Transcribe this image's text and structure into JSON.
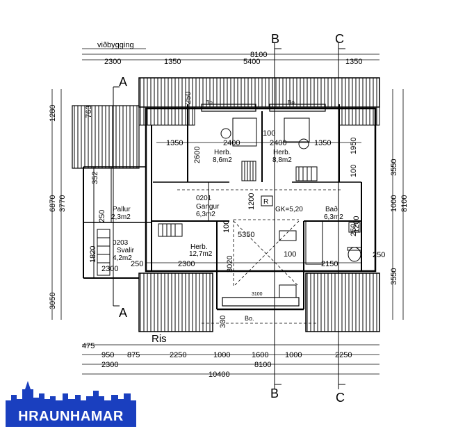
{
  "dimensions": {
    "top_label": "viðbygging",
    "top_total": "8100",
    "top_left": "2300",
    "top_1350a": "1350",
    "top_5400": "5400",
    "top_1350b": "1350",
    "left_1280": "1280",
    "left_763": "763",
    "left_6870": "6870",
    "left_3770": "3770",
    "left_3050": "3050",
    "right_3550a": "3550",
    "right_1000": "1000",
    "right_8100": "8100",
    "right_3550b": "3550",
    "bot_475": "475",
    "bot_950": "950",
    "bot_875": "875",
    "bot_2250a": "2250",
    "bot_1000a": "1000",
    "bot_1600": "1600",
    "bot_1000b": "1000",
    "bot_2250b": "2250",
    "bot_2300": "2300",
    "bot_8100": "8100",
    "bot_10400": "10400",
    "in_250a": "250",
    "in_250b": "250",
    "in_250c": "250",
    "in_250d": "250",
    "in_250e": "250",
    "in_1350a": "1350",
    "in_2400a": "2400",
    "in_2400b": "2400",
    "in_1350b": "1350",
    "in_2600": "2600",
    "in_1950": "1950",
    "in_100a": "100",
    "in_100b": "100",
    "in_100c": "100",
    "in_100d": "100",
    "in_1200": "1200",
    "in_5350": "5350",
    "in_3020": "3020",
    "in_2300": "2300",
    "in_2150": "2150",
    "in_1820": "1820",
    "in_2300b": "2300",
    "in_3100": "3100",
    "in_330": "330",
    "in_352": "352",
    "in_1200b": "1200"
  },
  "rooms": {
    "herb1_name": "Herb.",
    "herb1_area": "8,6m2",
    "herb2_name": "Herb.",
    "herb2_area": "8,8m2",
    "herb3_name": "Herb.",
    "herb3_area": "12,7m2",
    "gangur_num": "0201",
    "gangur_name": "Gangur",
    "gangur_area": "6,3m2",
    "bad_name": "Bað",
    "bad_area": "6,3m2",
    "pallur_name": "Pallur",
    "pallur_area": "2,3m2",
    "svalir_num": "0203",
    "svalir_name": "Svalir",
    "svalir_area": "4,2m2",
    "gk": "GK=5,20",
    "r_mark": "R",
    "bo1": "Bo.",
    "bo2": "Bo.",
    "bo3": "Bo."
  },
  "sections": {
    "a_top": "A",
    "a_bottom": "A",
    "b_top": "B",
    "b_bottom": "B",
    "c_top": "C",
    "c_bottom": "C"
  },
  "title": "Ris",
  "logo": {
    "text": "HRAUNHAMAR",
    "color": "#1a3fbf"
  }
}
